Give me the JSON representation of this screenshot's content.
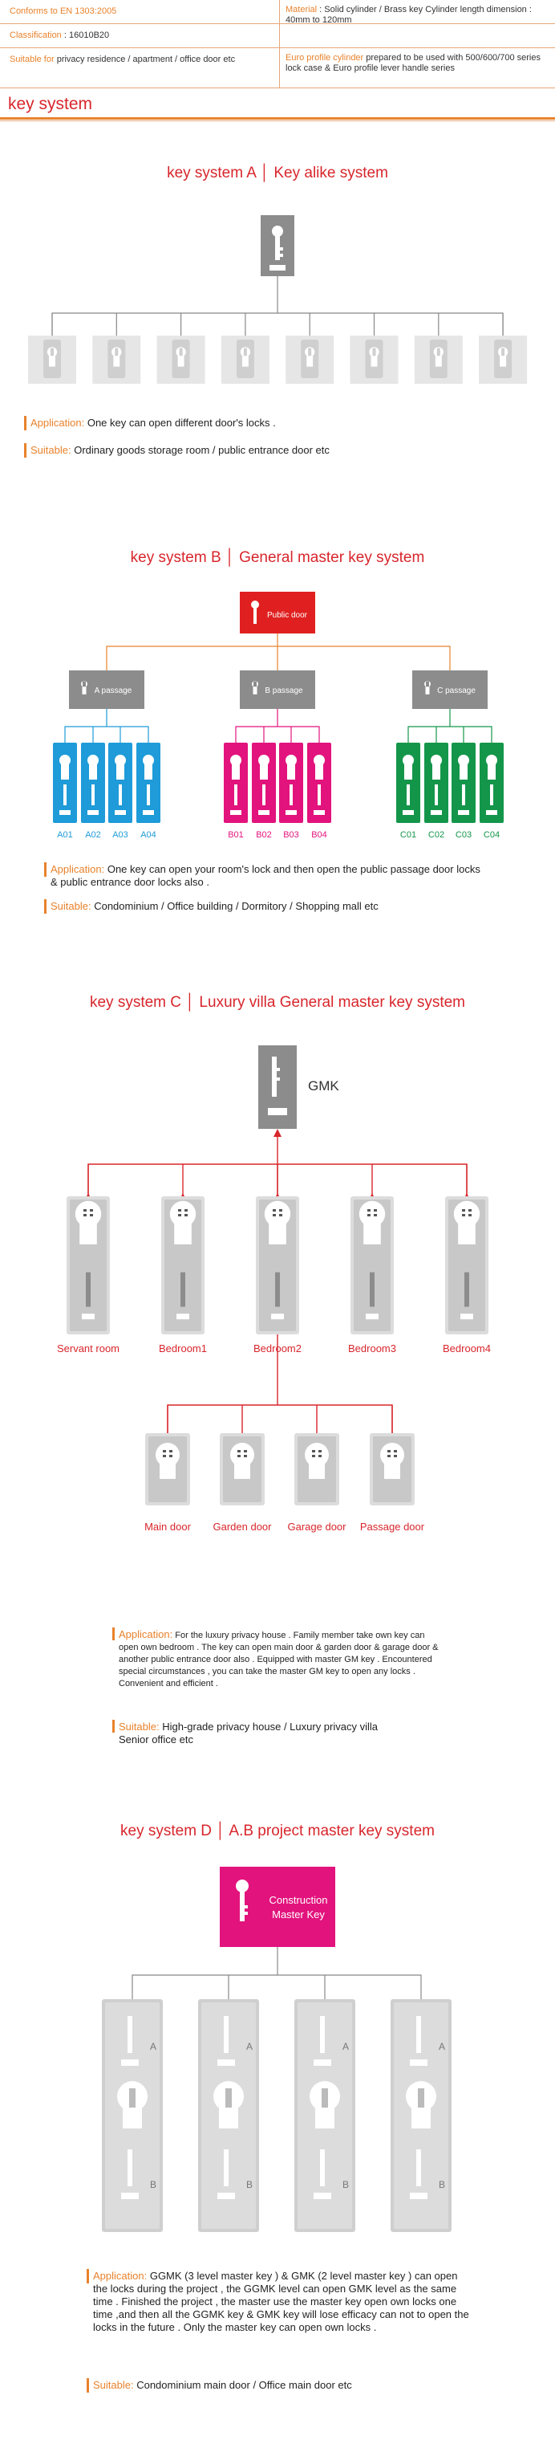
{
  "specs": [
    {
      "l_label": "Conforms to EN 1303:2005",
      "l_value": "",
      "r_label": "Material",
      "r_value": " : Solid cylinder / Brass key Cylinder length dimension : 40mm to 120mm"
    },
    {
      "l_label": "Classification",
      "l_value": " : 16010B20",
      "r_label": "",
      "r_value": ""
    },
    {
      "l_label": "Suitable for",
      "l_value": " privacy residence / apartment / office door etc",
      "r_label": "Euro profile cylinder",
      "r_value": " prepared to be used with 500/600/700 series lock case & Euro profile lever handle series"
    }
  ],
  "header": {
    "title": "key system"
  },
  "a": {
    "title": "key system A │ Key alike system",
    "app_label": "Application:",
    "app_text": " One key can open different door's locks .",
    "suit_label": "Suitable:",
    "suit_text": " Ordinary goods storage room / public entrance door etc"
  },
  "b": {
    "title": "key system B │ General master key system",
    "public": "Public door",
    "passages": [
      "A passage",
      "B passage",
      "C passage"
    ],
    "labels": [
      [
        "A01",
        "A02",
        "A03",
        "A04"
      ],
      [
        "B01",
        "B02",
        "B03",
        "B04"
      ],
      [
        "C01",
        "C02",
        "C03",
        "C04"
      ]
    ],
    "colors": [
      "#1e9bd8",
      "#e2137d",
      "#14964a"
    ],
    "app_label": "Application:",
    "app_text": " One key can open your room's lock and then open the public passage door locks & public entrance door locks also .",
    "suit_label": "Suitable:",
    "suit_text": " Condominium / Office building / Dormitory / Shopping mall etc"
  },
  "c": {
    "title": "key system C │ Luxury villa General master key system",
    "gmk": "GMK",
    "rooms": [
      "Servant room",
      "Bedroom1",
      "Bedroom2",
      "Bedroom3",
      "Bedroom4"
    ],
    "doors": [
      "Main door",
      "Garden door",
      "Garage door",
      "Passage door"
    ],
    "app_label": "Application:",
    "app_text": " For the luxury privacy house . Family member take own key can open own bedroom . The key can open main door & garden door & garage door & another public entrance door also . Equipped with master GM key . Encountered special circumstances , you can take the master GM key to open any locks . Convenient and efficient .",
    "suit_label": "Suitable:",
    "suit_text": " High-grade privacy house / Luxury privacy villa Senior office etc"
  },
  "d": {
    "title": "key system D │ A.B project master key system",
    "master_l1": "Construction",
    "master_l2": "Master Key",
    "a": "A",
    "b": "B",
    "app_label": "Application:",
    "app_text": " GGMK (3 level master key ) & GMK (2 level master key ) can open the locks during the project , the GGMK level can open GMK level as the same time . Finished the project , the master use the master key open own locks one time ,and then all the GGMK key & GMK key will lose efficacy can not to open the locks in the future . Only the master key can open own locks .",
    "suit_label": "Suitable:",
    "suit_text": " Condominium main door / Office main door etc"
  }
}
